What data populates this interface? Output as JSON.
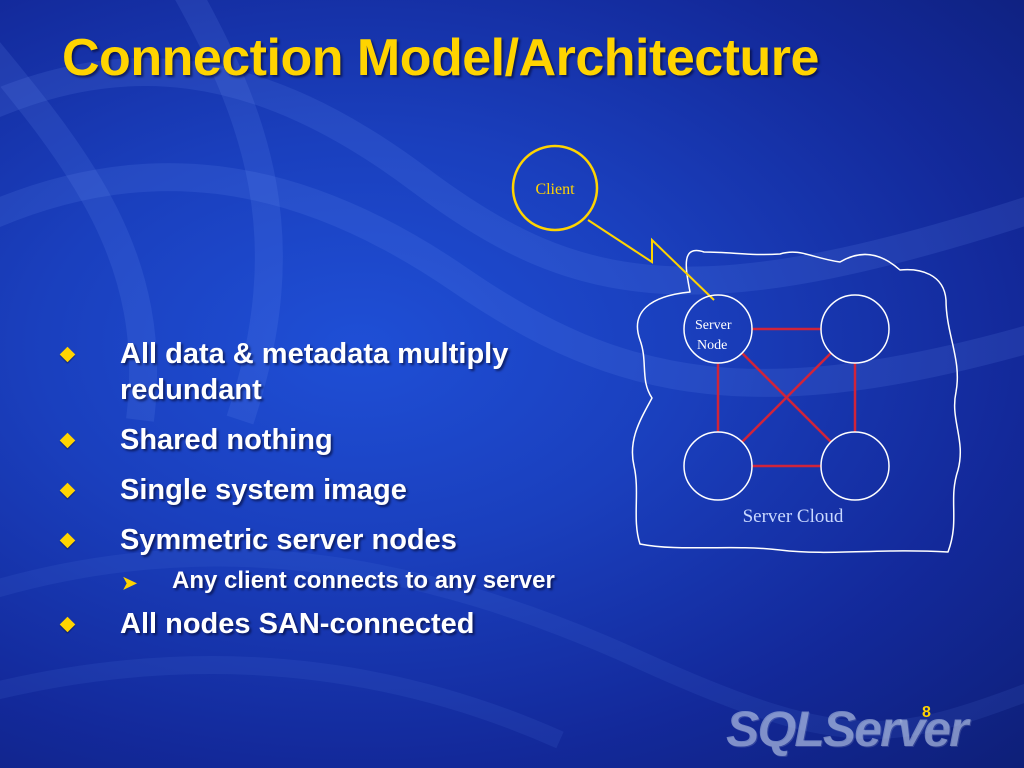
{
  "slide": {
    "title": "Connection Model/Architecture",
    "page_number": "8",
    "logo_text": "SQLServer"
  },
  "bullets": [
    {
      "text": "All data & metadata multiply redundant",
      "level": 1
    },
    {
      "text": "Shared nothing",
      "level": 1
    },
    {
      "text": "Single system image",
      "level": 1
    },
    {
      "text": "Symmetric server nodes",
      "level": 1
    },
    {
      "text": "Any client connects to any server",
      "level": 2
    },
    {
      "text": "All nodes SAN-connected",
      "level": 1
    }
  ],
  "diagram": {
    "client_label": "Client",
    "server_node_label_line1": "Server",
    "server_node_label_line2": "Node",
    "cloud_label": "Server Cloud"
  },
  "colors": {
    "title": "#ffd400",
    "bullet_text": "#ffffff",
    "accent": "#ffd400",
    "node_stroke": "#ffffff",
    "mesh_link": "#d0243a",
    "cloud_label": "#c9d8ff"
  }
}
